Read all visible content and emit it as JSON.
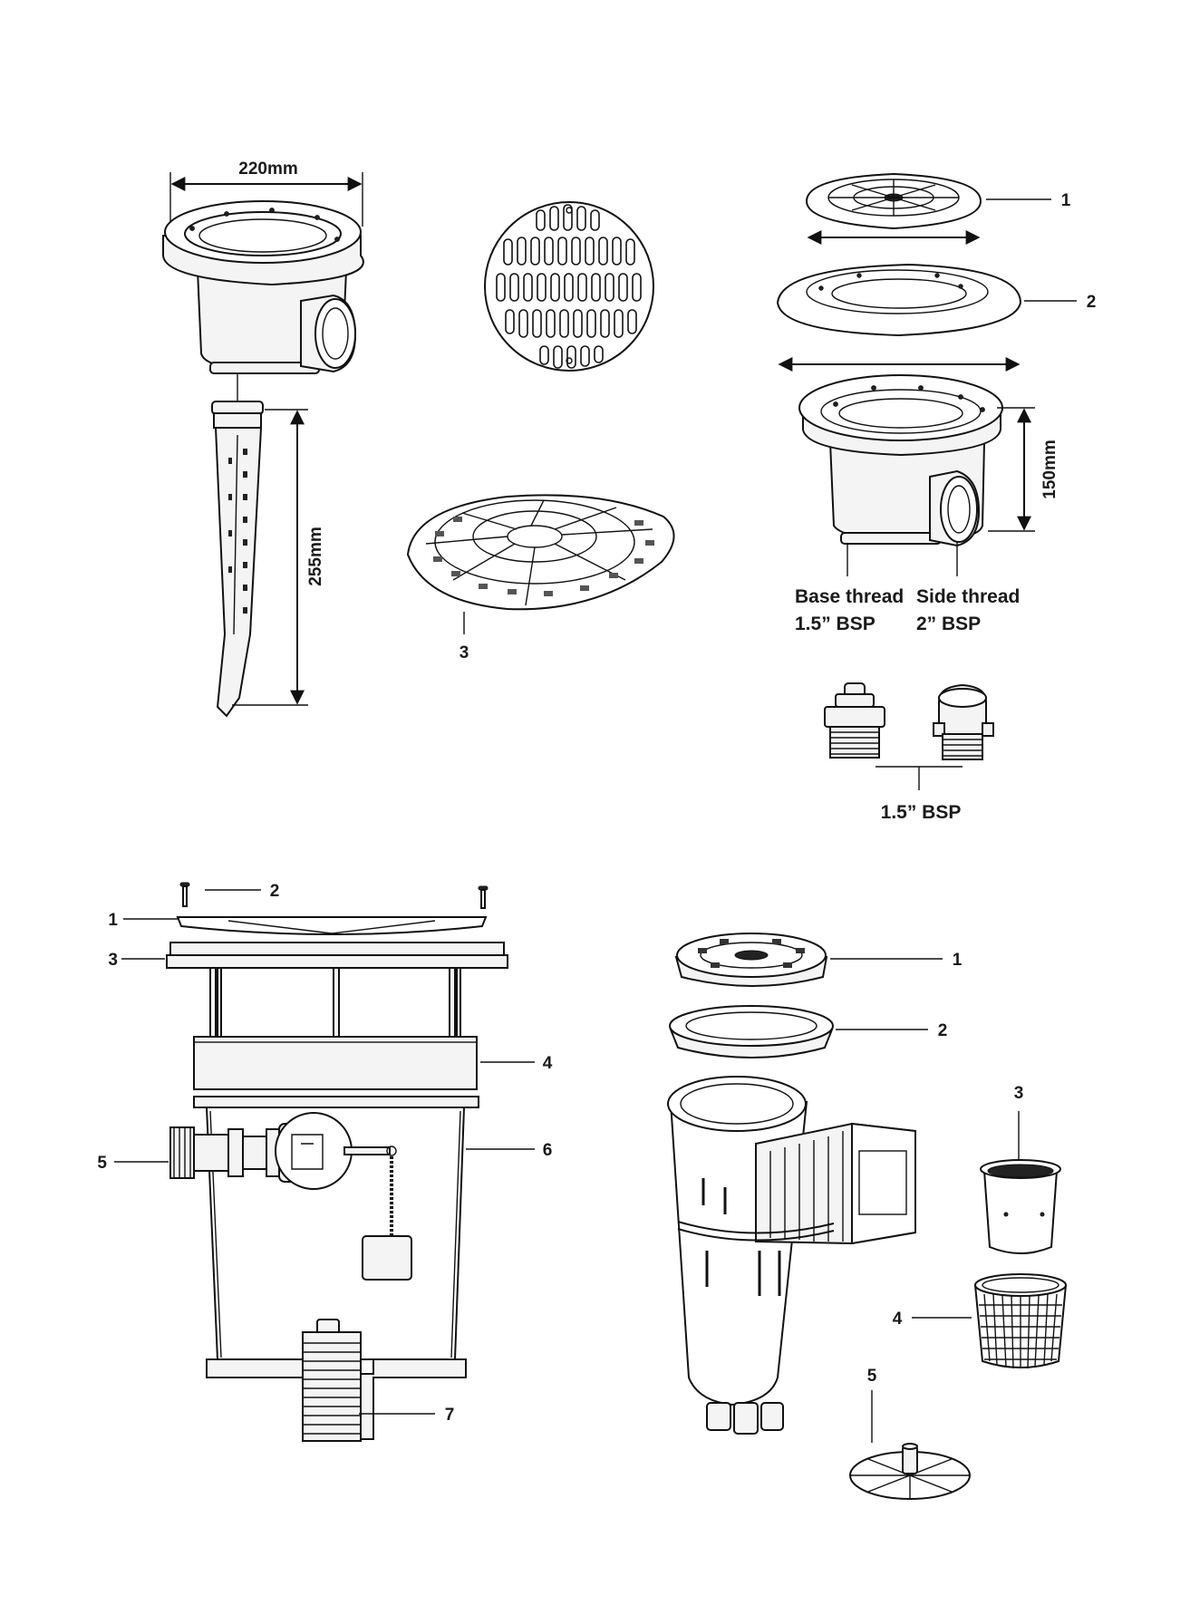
{
  "figures": {
    "main_drain": {
      "width_dim": "220mm",
      "stem_dim": "255mm",
      "callout_grate": "3"
    },
    "floor_drain": {
      "callouts": [
        "1",
        "2"
      ],
      "height_dim": "150mm",
      "base_thread_title": "Base thread",
      "base_thread_size": "1.5” BSP",
      "side_thread_title": "Side thread",
      "side_thread_size": "2” BSP",
      "plugs_dim": "1.5” BSP"
    },
    "leveller": {
      "callouts": [
        "1",
        "2",
        "3",
        "4",
        "5",
        "6",
        "7"
      ]
    },
    "skimmer": {
      "callouts": [
        "1",
        "2",
        "3",
        "4",
        "5"
      ]
    }
  }
}
